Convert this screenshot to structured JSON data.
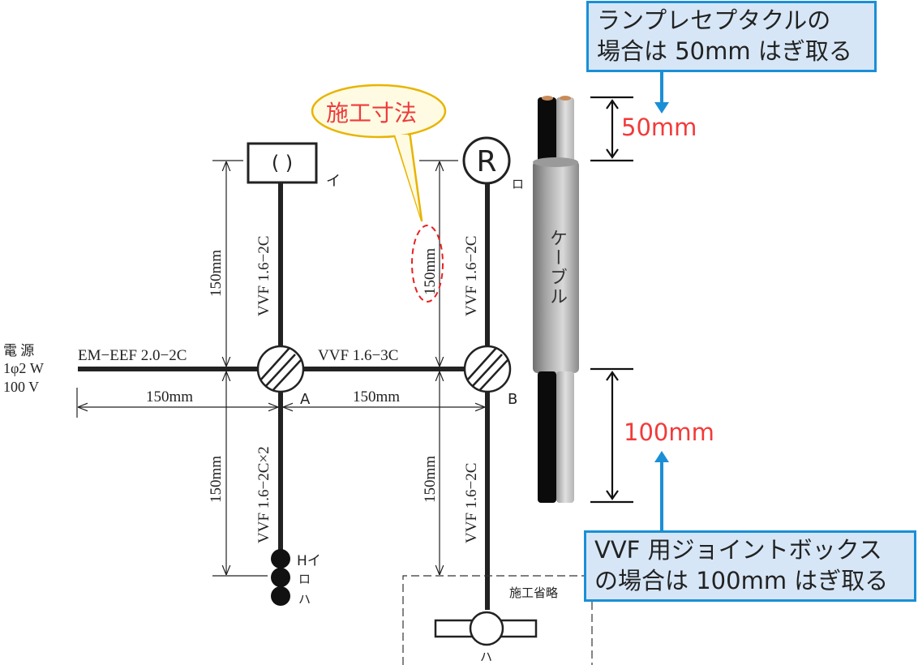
{
  "power_source": {
    "line1": "電 源",
    "line2": "1φ2 W",
    "line3": "100 V",
    "cable": "EM−EEF 2.0−2C"
  },
  "boxes": {
    "A": "A",
    "B": "B"
  },
  "cables": {
    "A_to_B": "VVF 1.6−3C",
    "A_up": "VVF 1.6−2C",
    "A_down": "VVF 1.6−2C×2",
    "B_up": "VVF 1.6−2C",
    "B_down": "VVF 1.6−2C"
  },
  "dimensions": {
    "source_to_A": "150mm",
    "A_to_B": "150mm",
    "A_up": "150mm",
    "A_down": "150mm",
    "B_up": "150mm",
    "B_down": "150mm"
  },
  "fixtures": {
    "ceiling_light_symbol": "( )",
    "ceiling_light_label": "イ",
    "receptacle_symbol": "R",
    "receptacle_label": "ロ",
    "switch_H_label": "Hイ",
    "switch_2_label": "ロ",
    "switch_3_label": "ハ",
    "omitted_label": "施工省略",
    "outlet_label": "ハ"
  },
  "annotations": {
    "bubble": "施工寸法",
    "callout_top": [
      "ランプレセプタクルの",
      "場合は 50mm はぎ取る"
    ],
    "callout_bottom": [
      "VVF 用ジョイントボックス",
      "の場合は 100mm はぎ取る"
    ],
    "strip_50": "50mm",
    "strip_100": "100mm",
    "cable_label": "ケーブル"
  },
  "colors": {
    "accent_blue": "#1a8fd6",
    "callout_bg": "#d6e6f6",
    "red": "#f23a3a",
    "bubble_border": "#e8b400",
    "bubble_fill": "#fffbe3"
  }
}
